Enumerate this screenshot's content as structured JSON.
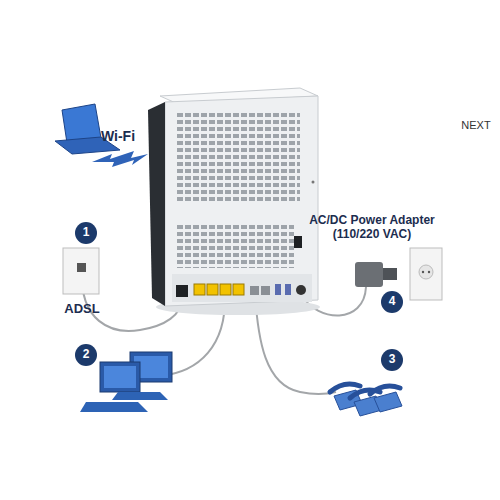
{
  "diagram": {
    "labels": [
      "Wi-Fi",
      "NEXT",
      "1",
      "ADSL",
      "2",
      "AC/DC Power Adapter (110/220 VAC)",
      "4",
      "3"
    ]
  }
}
